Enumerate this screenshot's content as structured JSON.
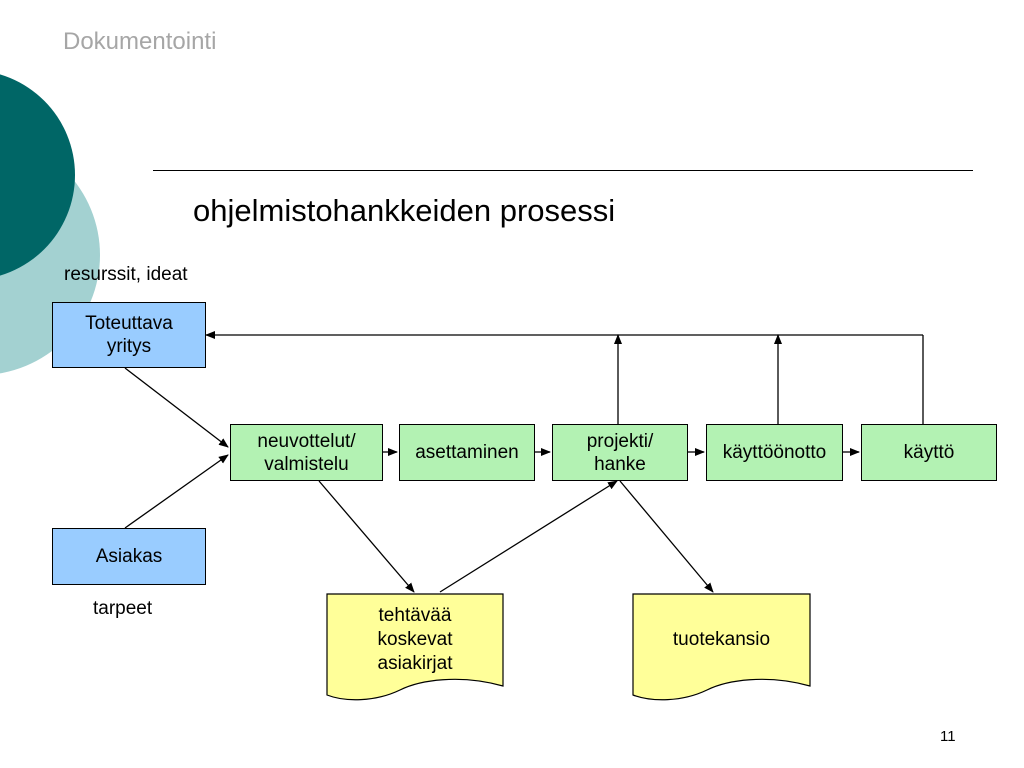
{
  "header": {
    "title": "Dokumentointi"
  },
  "slide": {
    "title": "ohjelmistohankkeiden prosessi",
    "page_number": "11"
  },
  "labels": {
    "resources": "resurssit, ideat",
    "needs": "tarpeet"
  },
  "nodes": {
    "company": "Toteuttava\nyritys",
    "customer": "Asiakas",
    "negotiation": "neuvottelut/\nvalmistelu",
    "setup": "asettaminen",
    "project": "projekti/\nhanke",
    "deployment": "käyttöönotto",
    "usage": "käyttö"
  },
  "documents": {
    "task_docs": "tehtävää\nkoskevat\nasiakirjat",
    "product_folder": "tuotekansio"
  },
  "colors": {
    "deco_dark": "#006666",
    "deco_light": "#a3d1d1",
    "actor_fill": "#99ccff",
    "phase_fill": "#b3f2b3",
    "document_fill": "#ffff99"
  }
}
